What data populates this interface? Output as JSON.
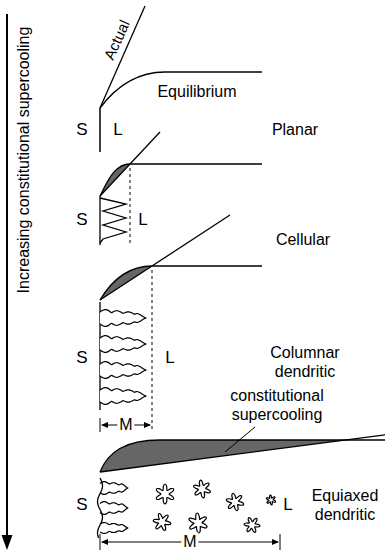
{
  "diagram": {
    "labels": [
      "Increasing constitutional supercooling",
      "Actual",
      "Equilibrium",
      "S",
      "L",
      "Planar",
      "S",
      "L",
      "Cellular",
      "S",
      "L",
      "Columnar dendritic",
      "M",
      "constitutional supercooling",
      "S",
      "L",
      "Equiaxed dendritic",
      "M"
    ]
  }
}
